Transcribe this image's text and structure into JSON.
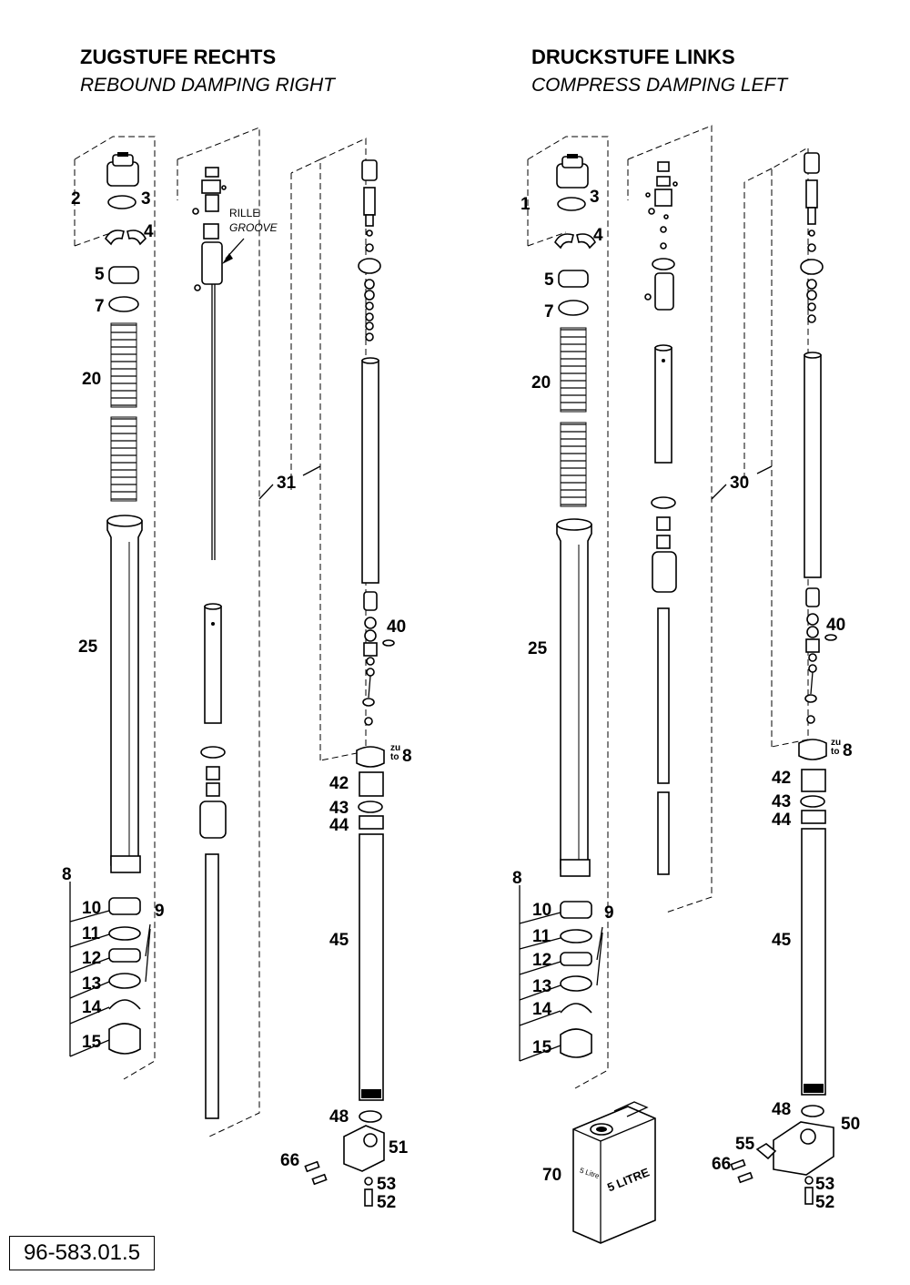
{
  "left": {
    "title": "ZUGSTUFE RECHTS",
    "subtitle": "REBOUND DAMPING RIGHT",
    "groove_de": "RILLE",
    "groove_en": "GROOVE",
    "labels": {
      "p2": "2",
      "p3": "3",
      "p4": "4",
      "p5": "5",
      "p7": "7",
      "p20": "20",
      "p25": "25",
      "p31": "31",
      "p40": "40",
      "p8top": "8",
      "p42": "42",
      "p43": "43",
      "p44": "44",
      "p45": "45",
      "p48": "48",
      "p51": "51",
      "p66": "66",
      "p53": "53",
      "p52": "52",
      "p8": "8",
      "p10": "10",
      "p11": "11",
      "p12": "12",
      "p13": "13",
      "p14": "14",
      "p15": "15",
      "p9": "9"
    }
  },
  "right": {
    "title": "DRUCKSTUFE LINKS",
    "subtitle": "COMPRESS DAMPING LEFT",
    "labels": {
      "p1": "1",
      "p3": "3",
      "p4": "4",
      "p5": "5",
      "p7": "7",
      "p20": "20",
      "p25": "25",
      "p30": "30",
      "p40": "40",
      "p8top": "8",
      "p42": "42",
      "p43": "43",
      "p44": "44",
      "p45": "45",
      "p48": "48",
      "p50": "50",
      "p55": "55",
      "p66": "66",
      "p53": "53",
      "p52": "52",
      "p8": "8",
      "p10": "10",
      "p11": "11",
      "p12": "12",
      "p13": "13",
      "p14": "14",
      "p15": "15",
      "p9": "9",
      "p70": "70"
    }
  },
  "zu": "zu",
  "to": "to",
  "oil_can_text": "5 LITRE",
  "oil_can_small": "5 Litre",
  "drawing_code": "96-583.01.5"
}
